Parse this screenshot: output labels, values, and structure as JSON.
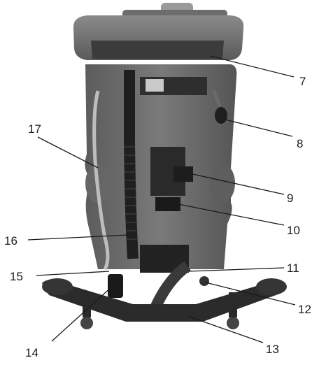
{
  "figure": {
    "callouts": [
      {
        "id": "7",
        "label": "7"
      },
      {
        "id": "8",
        "label": "8"
      },
      {
        "id": "9",
        "label": "9"
      },
      {
        "id": "10",
        "label": "10"
      },
      {
        "id": "11",
        "label": "11"
      },
      {
        "id": "12",
        "label": "12"
      },
      {
        "id": "13",
        "label": "13"
      },
      {
        "id": "14",
        "label": "14"
      },
      {
        "id": "15",
        "label": "15"
      },
      {
        "id": "16",
        "label": "16"
      },
      {
        "id": "17",
        "label": "17"
      }
    ]
  }
}
